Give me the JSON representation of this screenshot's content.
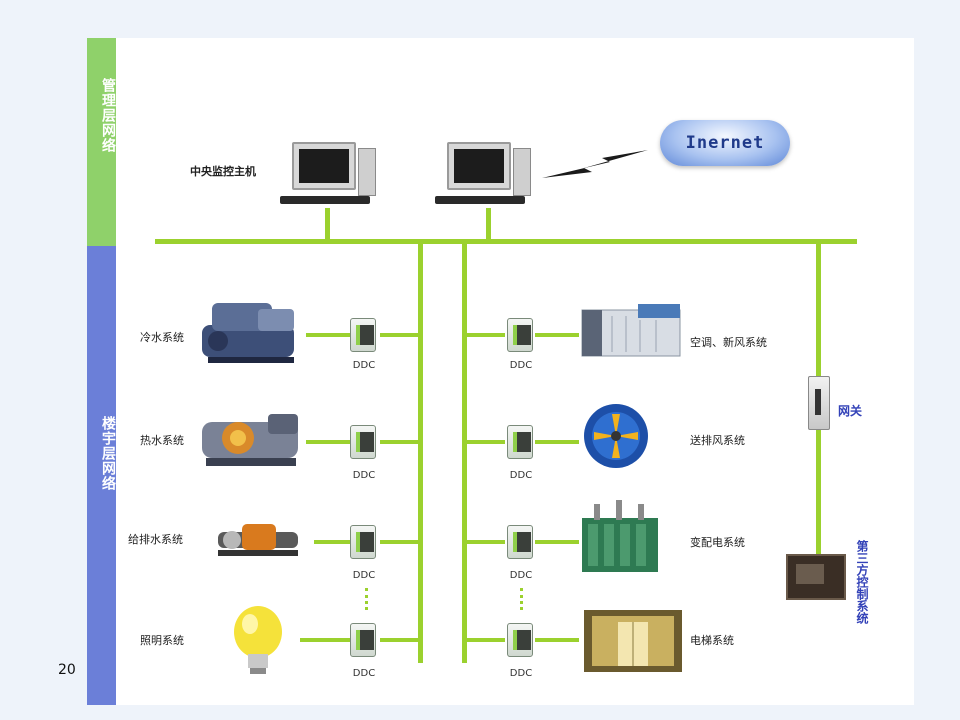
{
  "layers": {
    "management": "管理层网络",
    "building": "楼宇层网络"
  },
  "workstations": {
    "central_host": "中央监控主机",
    "internet": "Inernet"
  },
  "left_systems": [
    {
      "name": "冷水系统",
      "ddc": "DDC"
    },
    {
      "name": "热水系统",
      "ddc": "DDC"
    },
    {
      "name": "给排水系统",
      "ddc": "DDC"
    },
    {
      "name": "照明系统",
      "ddc": "DDC"
    }
  ],
  "right_systems": [
    {
      "name": "空调、新风系统",
      "ddc": "DDC"
    },
    {
      "name": "送排风系统",
      "ddc": "DDC"
    },
    {
      "name": "变配电系统",
      "ddc": "DDC"
    },
    {
      "name": "电梯系统",
      "ddc": "DDC"
    }
  ],
  "gateway": "网关",
  "third_party": "第三方控制系统",
  "side_fragment": "20",
  "colors": {
    "bus": "#9bd12e",
    "management_band": "#8fd16a",
    "building_band": "#6b7fd8",
    "accent_text": "#3342b8"
  }
}
